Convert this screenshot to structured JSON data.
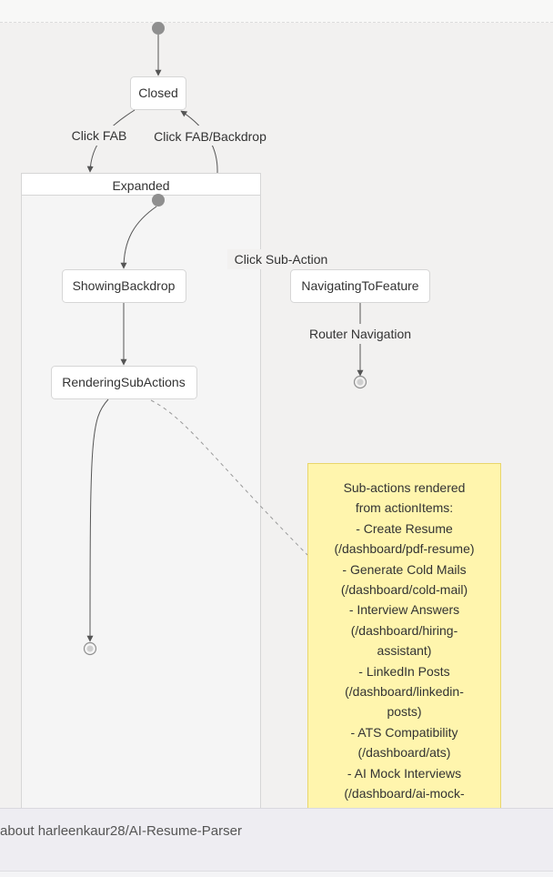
{
  "diagram": {
    "states": {
      "closed": "Closed",
      "expanded": "Expanded",
      "showing_backdrop": "ShowingBackdrop",
      "rendering_sub_actions": "RenderingSubActions",
      "navigating_to_feature": "NavigatingToFeature"
    },
    "transitions": {
      "click_fab": "Click FAB",
      "click_fab_backdrop": "Click FAB/Backdrop",
      "click_sub_action": "Click Sub-Action",
      "router_navigation": "Router Navigation"
    },
    "note": "Sub-actions rendered\nfrom actionItems:\n- Create Resume\n(/dashboard/pdf-resume)\n- Generate Cold Mails\n(/dashboard/cold-mail)\n- Interview Answers\n(/dashboard/hiring-\nassistant)\n- LinkedIn Posts\n(/dashboard/linkedin-\nposts)\n- ATS Compatibility\n(/dashboard/ats)\n- AI Mock Interviews\n(/dashboard/ai-mock-\ninterviews)"
  },
  "footer": {
    "about_text": "about harleenkaur28/AI-Resume-Parser"
  },
  "colors": {
    "node_fill": "#ffffff",
    "node_stroke": "#d6d6d6",
    "edge": "#555555",
    "note_fill": "#fff5ad"
  }
}
